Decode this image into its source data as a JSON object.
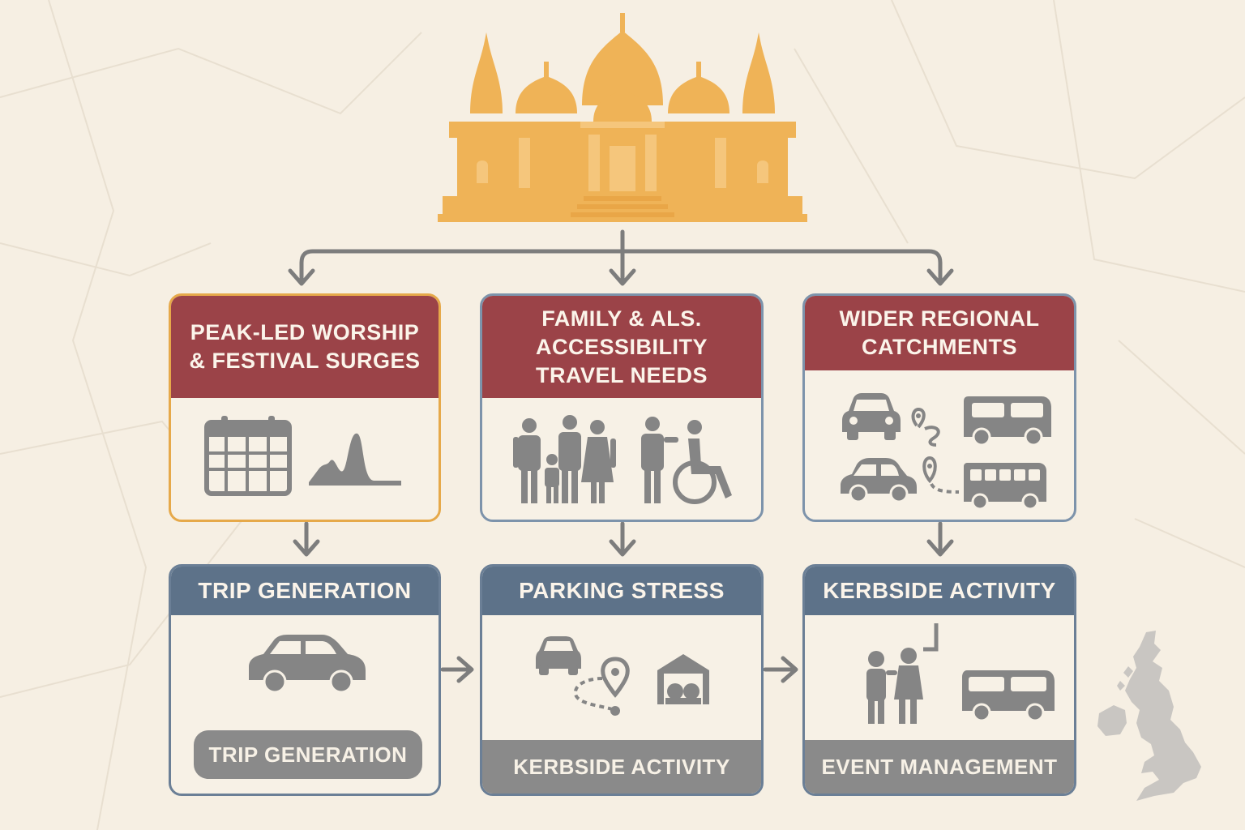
{
  "top_row": [
    {
      "title": "PEAK-LED WORSHIP & FESTIVAL SURGES"
    },
    {
      "title": "FAMILY & ALS. ACCESSIBILITY TRAVEL NEEDS"
    },
    {
      "title": "WIDER REGIONAL CATCHMENTS"
    }
  ],
  "bottom_row": [
    {
      "title": "TRIP GENERATION",
      "footer": "TRIP GENERATION"
    },
    {
      "title": "PARKING STRESS",
      "footer": "KERBSIDE ACTIVITY"
    },
    {
      "title": "KERBSIDE ACTIVITY",
      "footer": "EVENT MANAGEMENT"
    }
  ],
  "colors": {
    "background": "#f6efe3",
    "temple": "#efb357",
    "header_red": "#9b4348",
    "header_blue": "#5d7289",
    "icon_gray": "#858585",
    "accent_yellow": "#e6a94a"
  },
  "icons": {
    "temple": "temple-icon",
    "calendar": "calendar-icon",
    "peak_chart": "peak-chart-icon",
    "family": "family-icon",
    "wheelchair": "wheelchair-icon",
    "car": "car-icon",
    "bus": "bus-icon",
    "location_pin": "location-pin-icon",
    "uk_map": "uk-map-icon"
  }
}
